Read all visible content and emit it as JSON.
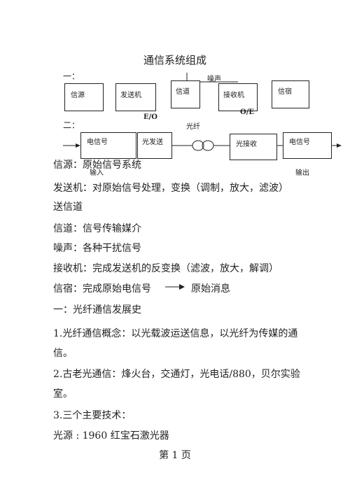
{
  "title": "通信系统组成",
  "diagram1": {
    "section": "一：",
    "noise": "噪声",
    "blocks": [
      "信源",
      "发送机",
      "信道",
      "接收机",
      "信宿"
    ],
    "eo_label": "E/O",
    "oe_label": "O/E"
  },
  "diagram2": {
    "section": "二：",
    "fiber_label": "光纤",
    "blocks": [
      "电信号",
      "光发送",
      "光接收",
      "电信号"
    ],
    "input_label": "输入",
    "output_label": "输出"
  },
  "body": [
    "信源：原始信号系统",
    "发送机：对原始信号处理，变换（调制，放大，滤波）",
    "送信道",
    "信道：信号传输媒介",
    "噪声：各种干扰信号",
    "接收机：完成发送机的反变换（滤波，放大，解调）",
    "信宿：完成原始电信号",
    "原始消息",
    "一：光纤通信发展史",
    "1.光纤通信概念：以光载波运送信息，以光纤为传媒的通",
    "信。",
    "2.古老光通信：烽火台，交通灯，光电话/880，贝尔实验",
    "室。",
    "3.三个主要技术：",
    "光源 :   1960    红宝石激光器"
  ],
  "footer": "第 1 页"
}
